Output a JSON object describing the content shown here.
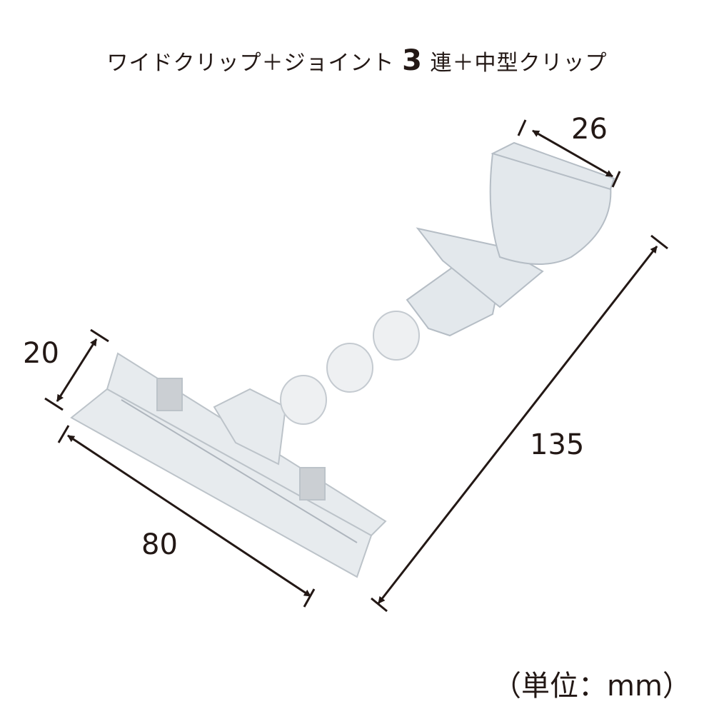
{
  "title": {
    "part1": "ワイドクリップ＋ジョイント",
    "number": "3",
    "part2": "連＋中型クリップ"
  },
  "dimensions": {
    "top_clip_width": "26",
    "total_length": "135",
    "wide_clip_depth": "20",
    "wide_clip_width": "80"
  },
  "unit_label": "（単位：mm）",
  "colors": {
    "line": "#231815",
    "clip": "#d8dde2"
  }
}
